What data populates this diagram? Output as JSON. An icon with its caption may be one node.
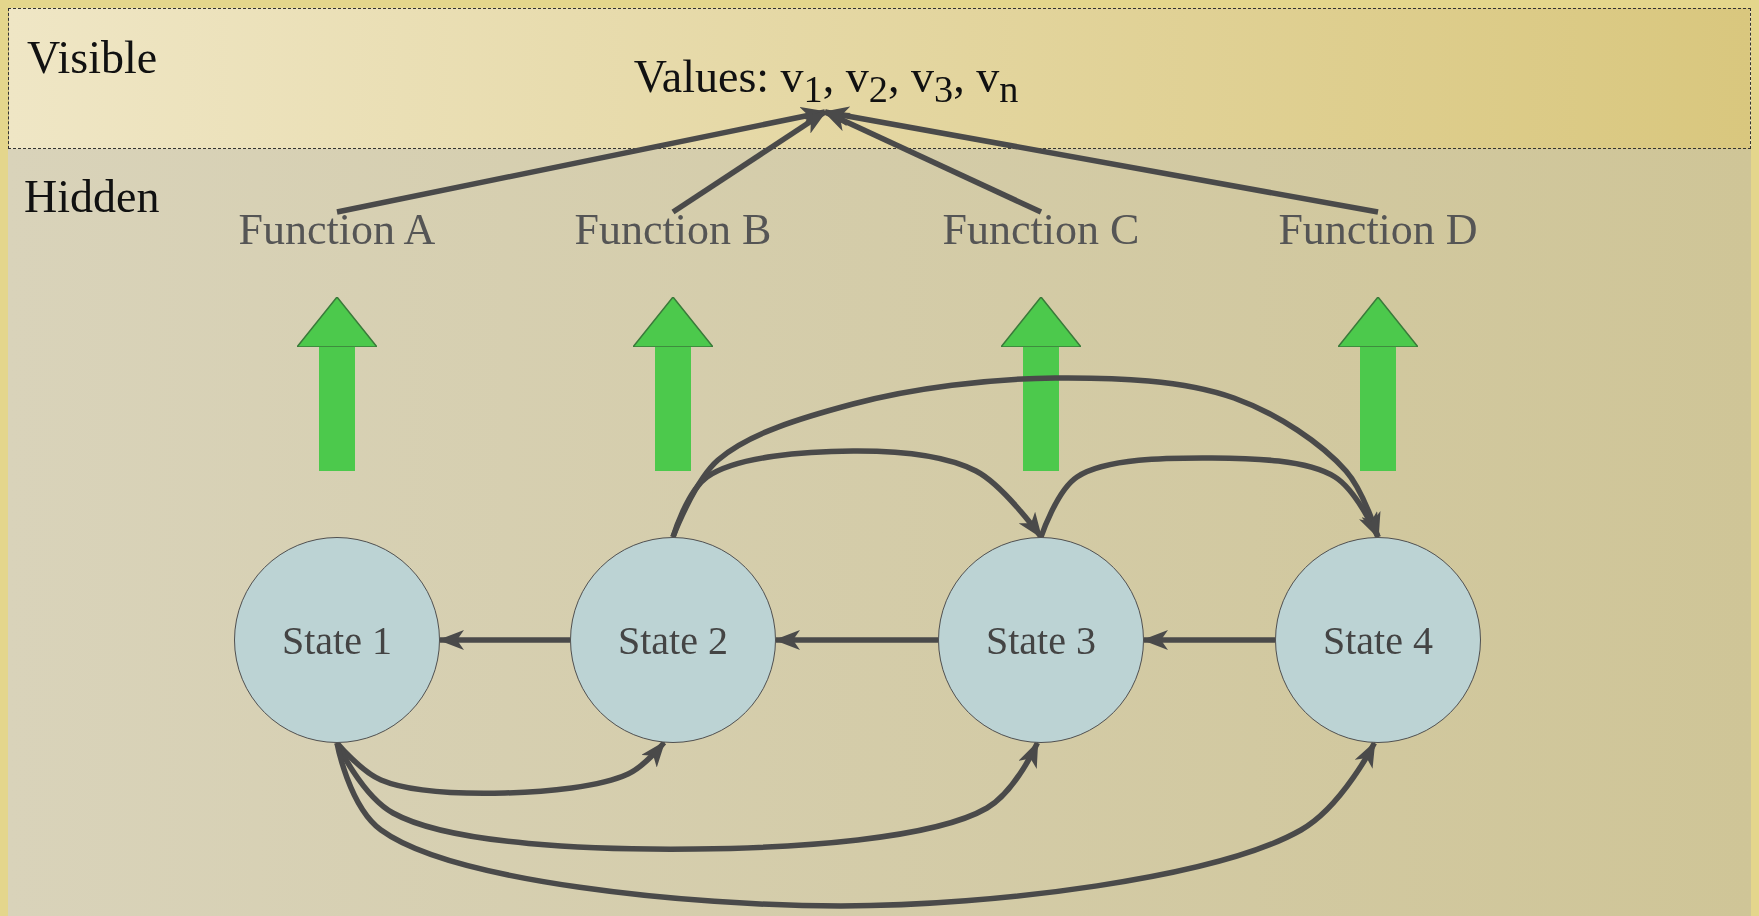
{
  "diagram": {
    "nodes": [
      {
        "text": [
          "Visible"
        ]
      },
      {
        "text": [
          "Values: v$_{1}$, v$_{2}$, v$_{3}$, v$_{n}$"
        ],
        "in": 0
      },
      {
        "text": [
          "Function A"
        ]
      },
      {
        "text": [
          "Function B"
        ]
      },
      {
        "text": [
          "Function C"
        ]
      },
      {
        "text": [
          "Function D"
        ]
      },
      {
        "text": [
          "State 1"
        ]
      },
      {
        "text": [
          "State 2"
        ]
      },
      {
        "text": [
          "State 3"
        ]
      },
      {
        "text": [
          "State 4"
        ]
      }
    ],
    "edges": [
      {
        "from": 2,
        "to": 1,
        "arrow": "to"
      },
      {
        "from": 3,
        "to": 1,
        "arrow": "to"
      },
      {
        "from": 4,
        "to": 1,
        "arrow": "to"
      },
      {
        "from": 5,
        "to": 1,
        "arrow": "to"
      },
      {
        "from": null,
        "to": 2,
        "arrow": "to",
        "style": "thick",
        "color": "#4cc94c"
      },
      {
        "from": null,
        "to": 3,
        "arrow": "to",
        "style": "thick",
        "color": "#4cc94c"
      },
      {
        "from": null,
        "to": 4,
        "arrow": "to",
        "style": "thick",
        "color": "#4cc94c"
      },
      {
        "from": null,
        "to": 5,
        "arrow": "to",
        "style": "thick",
        "color": "#4cc94c"
      },
      {
        "from": 7,
        "to": 6,
        "arrow": "to"
      },
      {
        "from": 8,
        "to": 7,
        "arrow": "to"
      },
      {
        "from": 9,
        "to": 8,
        "arrow": "to"
      },
      {
        "from": 7,
        "to": 8,
        "arrow": "to"
      },
      {
        "from": 7,
        "to": 9,
        "arrow": "to"
      },
      {
        "from": 8,
        "to": 9,
        "arrow": "to"
      },
      {
        "from": 6,
        "to": 7,
        "arrow": "to"
      },
      {
        "from": 6,
        "to": 8,
        "arrow": "to"
      },
      {
        "from": 6,
        "to": 9,
        "arrow": "to"
      }
    ],
    "labels": [
      "Hidden"
    ]
  }
}
